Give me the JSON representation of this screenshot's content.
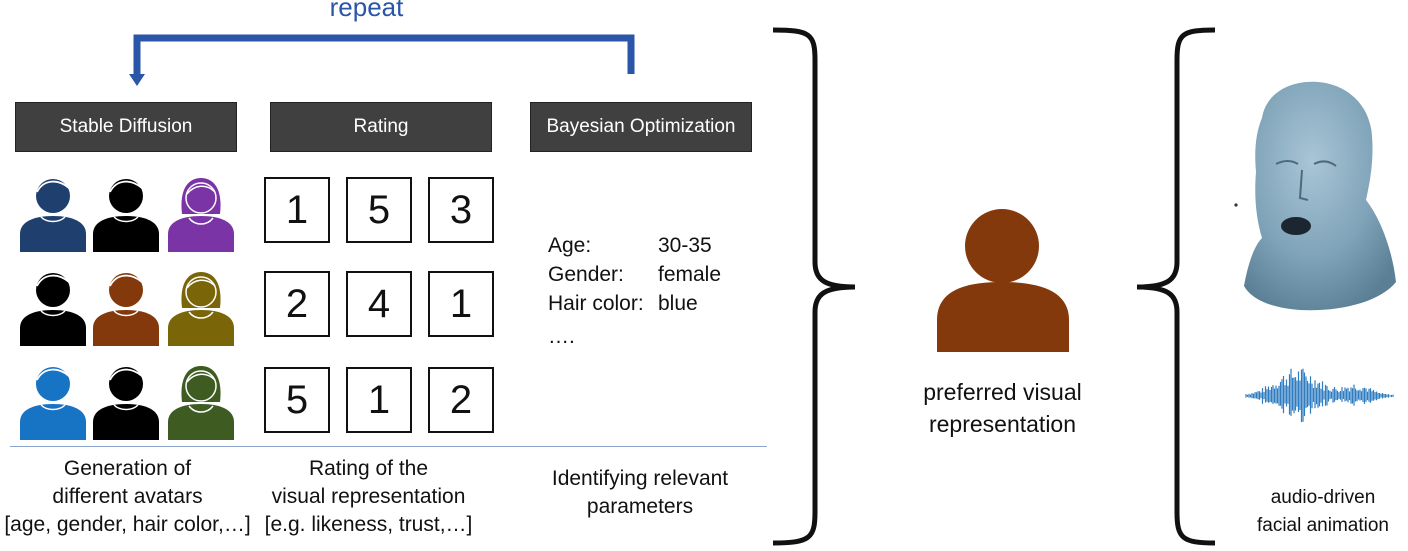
{
  "repeat_label": "repeat",
  "stages": [
    {
      "label": "Stable Diffusion"
    },
    {
      "label": "Rating"
    },
    {
      "label": "Bayesian Optimization"
    }
  ],
  "avatar_grid": [
    [
      {
        "gender": "male",
        "color": "#1f3f6e"
      },
      {
        "gender": "male",
        "color": "#000000"
      },
      {
        "gender": "female",
        "color": "#7b34a6"
      }
    ],
    [
      {
        "gender": "male",
        "color": "#000000"
      },
      {
        "gender": "male",
        "color": "#84390d"
      },
      {
        "gender": "female",
        "color": "#7a6508"
      }
    ],
    [
      {
        "gender": "male",
        "color": "#1773c4"
      },
      {
        "gender": "male",
        "color": "#000000"
      },
      {
        "gender": "female",
        "color": "#3e5c22"
      }
    ]
  ],
  "ratings": [
    [
      "1",
      "5",
      "3"
    ],
    [
      "2",
      "4",
      "1"
    ],
    [
      "5",
      "1",
      "2"
    ]
  ],
  "parameters": [
    {
      "key": "Age:",
      "value": "30-35"
    },
    {
      "key": "Gender:",
      "value": "female"
    },
    {
      "key": "Hair color:",
      "value": "blue"
    },
    {
      "key": "….",
      "value": ""
    }
  ],
  "captions": {
    "generation": [
      "Generation of",
      "different avatars",
      "[age, gender, hair color,…]"
    ],
    "rating": [
      "Rating of the",
      "visual representation",
      "[e.g. likeness, trust,…]"
    ],
    "identifying": [
      "Identifying relevant",
      "parameters"
    ],
    "preferred": [
      "preferred visual",
      "representation"
    ],
    "animation": [
      "audio-driven",
      "facial animation"
    ]
  },
  "colors": {
    "repeat_arrow": "#2a56a8",
    "stage_box": "#404040",
    "preferred_avatar": "#84390d",
    "head_mesh": "#7fa3b8",
    "waveform": "#2f7cc0"
  }
}
